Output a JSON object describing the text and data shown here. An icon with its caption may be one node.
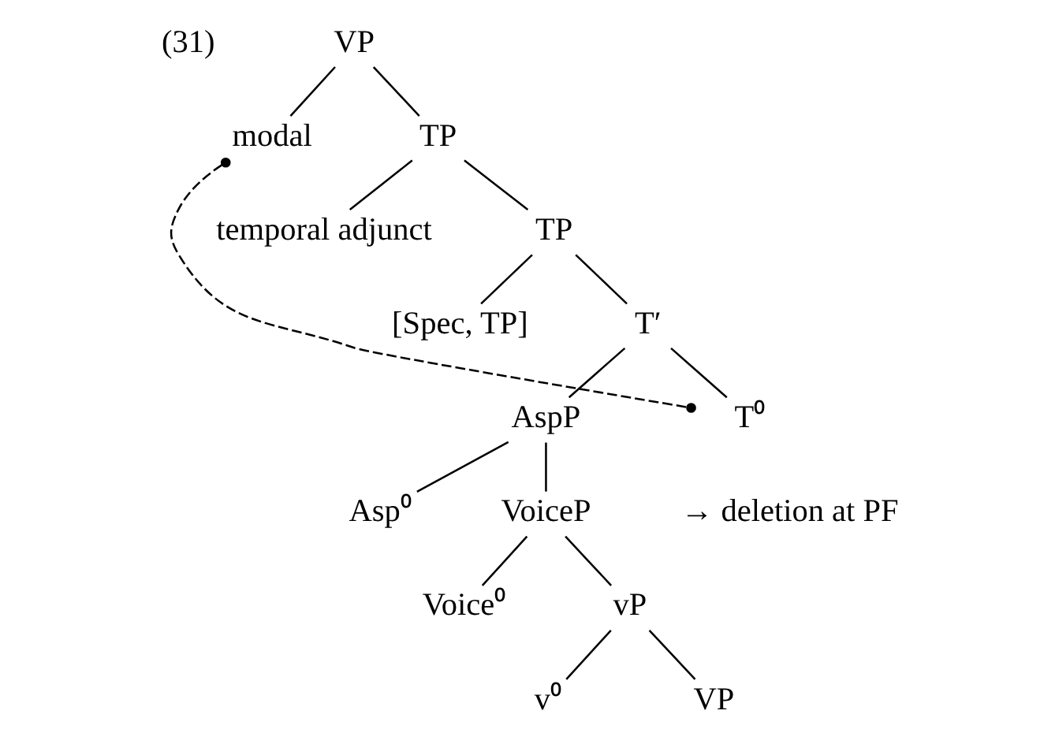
{
  "diagram": {
    "nodes": [
      {
        "text": [
          "VP"
        ]
      },
      {
        "text": [
          "modal"
        ]
      },
      {
        "text": [
          "TP"
        ]
      },
      {
        "text": [
          "temporal adjunct"
        ]
      },
      {
        "text": [
          "TP"
        ]
      },
      {
        "text": [
          "[Spec, TP]"
        ]
      },
      {
        "text": [
          "T′"
        ]
      },
      {
        "text": [
          "AspP"
        ]
      },
      {
        "text": [
          "T⁰"
        ]
      },
      {
        "text": [
          "Asp⁰"
        ]
      },
      {
        "text": [
          "VoiceP"
        ]
      },
      {
        "text": [
          "Voice⁰"
        ]
      },
      {
        "text": [
          "vP"
        ]
      },
      {
        "text": [
          "v⁰"
        ]
      },
      {
        "text": [
          "VP"
        ]
      }
    ],
    "edges": [
      {
        "from": 0,
        "to": 1,
        "arrow": "none"
      },
      {
        "from": 0,
        "to": 2,
        "arrow": "none"
      },
      {
        "from": 2,
        "to": 3,
        "arrow": "none"
      },
      {
        "from": 2,
        "to": 4,
        "arrow": "none"
      },
      {
        "from": 4,
        "to": 5,
        "arrow": "none"
      },
      {
        "from": 4,
        "to": 6,
        "arrow": "none"
      },
      {
        "from": 6,
        "to": 7,
        "arrow": "none"
      },
      {
        "from": 6,
        "to": 8,
        "arrow": "none"
      },
      {
        "from": 7,
        "to": 9,
        "arrow": "none"
      },
      {
        "from": 7,
        "to": 10,
        "arrow": "none"
      },
      {
        "from": 10,
        "to": 11,
        "arrow": "none"
      },
      {
        "from": 10,
        "to": 12,
        "arrow": "none"
      },
      {
        "from": 12,
        "to": 13,
        "arrow": "none"
      },
      {
        "from": 12,
        "to": 14,
        "arrow": "none"
      },
      {
        "from": 1,
        "to": 8,
        "arrow": "other",
        "style": "dashed"
      }
    ],
    "labels": [
      "(31)",
      "→ deletion at PF"
    ]
  }
}
